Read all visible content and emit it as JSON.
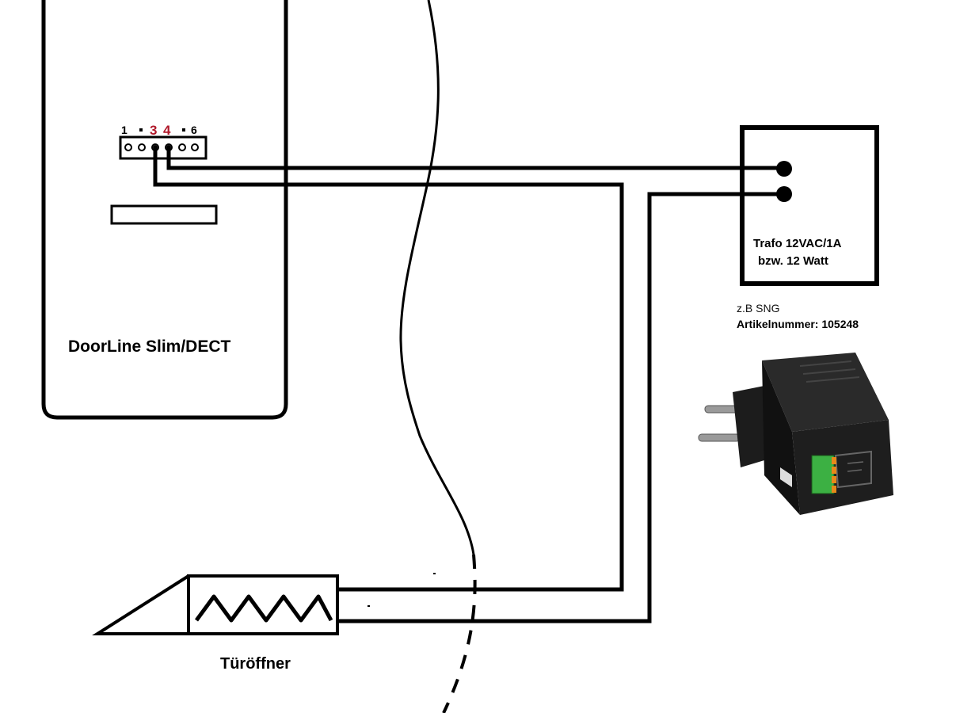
{
  "device": {
    "name": "DoorLine Slim/DECT",
    "terminal": {
      "pin_first": "1",
      "pin_a": "3",
      "pin_b": "4",
      "pin_last": "6",
      "pin_highlight_color": "#b0182a"
    }
  },
  "transformer": {
    "line1": "Trafo 12VAC/1A",
    "line2": "bzw. 12 Watt"
  },
  "example": {
    "line1": "z.B SNG",
    "line2": "Artikelnummer: 105248",
    "terminal_color": "#3cb043",
    "terminal_accent": "#e8891a"
  },
  "door_opener": {
    "label": "Türöffner"
  }
}
